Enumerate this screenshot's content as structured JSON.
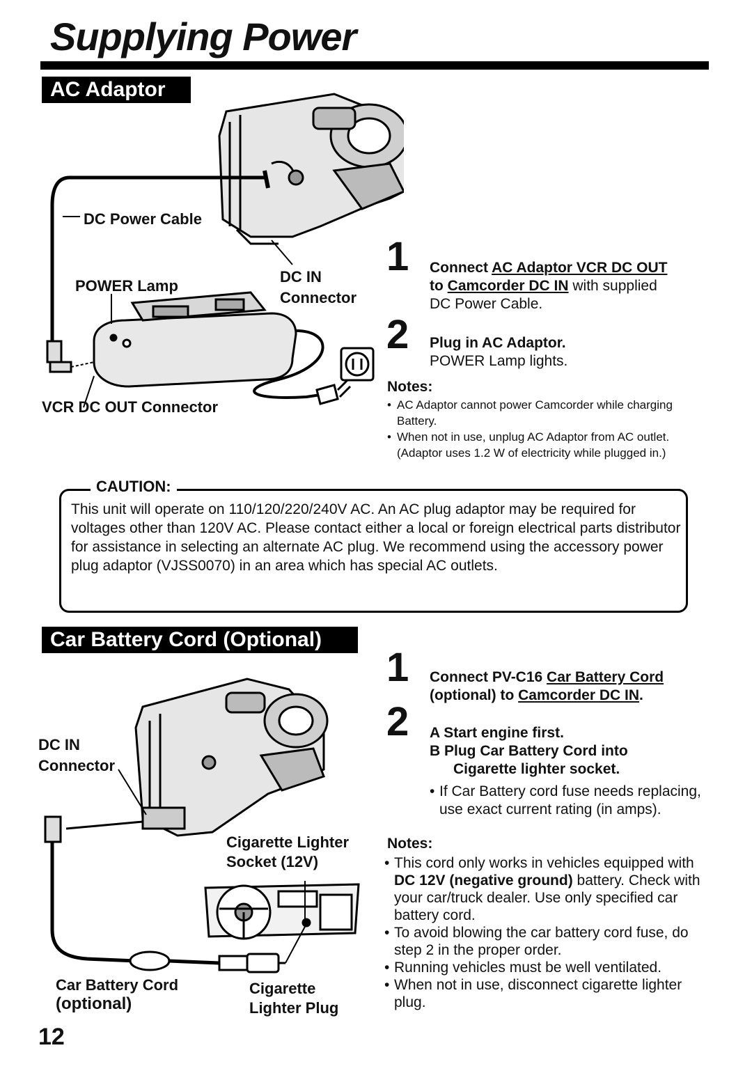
{
  "title": "Supplying Power",
  "page_number": "12",
  "ac_section": {
    "header": "AC Adaptor",
    "labels": {
      "dc_power_cable": "DC Power Cable",
      "power_lamp": "POWER Lamp",
      "dc_in": "DC IN",
      "connector": "Connector",
      "vcr_dc_out": "VCR DC OUT Connector"
    },
    "steps": [
      {
        "num": "1",
        "pre": "Connect ",
        "u1": "AC Adaptor VCR DC OUT",
        "mid": "to ",
        "u2": "Camcorder DC IN",
        "post": " with supplied",
        "line3": "DC Power Cable."
      },
      {
        "num": "2",
        "head": "Plug in AC Adaptor.",
        "text": "POWER Lamp lights."
      }
    ],
    "notes_title": "Notes:",
    "notes": [
      "AC Adaptor cannot power Camcorder while charging Battery.",
      "When not in use, unplug AC Adaptor from AC outlet. (Adaptor uses 1.2 W of electricity while plugged in.)"
    ]
  },
  "caution": {
    "title": "CAUTION:",
    "text": "This unit will operate on 110/120/220/240V AC. An AC plug adaptor may be required for voltages other than 120V AC. Please contact either a local or foreign electrical parts distributor for assistance in selecting an alternate AC plug. We recommend using the accessory power plug adaptor (VJSS0070) in an area which has special AC outlets."
  },
  "car_section": {
    "header": "Car Battery Cord (Optional)",
    "labels": {
      "dc_in": "DC IN",
      "connector": "Connector",
      "cig_socket_1": "Cigarette Lighter",
      "cig_socket_2": "Socket (12V)",
      "car_cord_1": "Car Battery Cord",
      "car_cord_2": "(optional)",
      "cig_plug_1": "Cigarette",
      "cig_plug_2": "Lighter Plug"
    },
    "steps": [
      {
        "num": "1",
        "pre": "Connect PV-C16 ",
        "u1": "Car Battery Cord",
        "mid": "(optional) to ",
        "u2": "Camcorder DC IN",
        "post": "."
      },
      {
        "num": "2",
        "a": "A  Start engine first.",
        "b1": "B  Plug Car Battery Cord into",
        "b2": "Cigarette lighter socket.",
        "bullet": "If Car Battery cord fuse needs replacing, use exact current rating (in amps)."
      }
    ],
    "notes_title": "Notes:",
    "notes_first_pre": "This cord only works in vehicles equipped with ",
    "notes_first_bold": "DC 12V (negative ground)",
    "notes_first_post": " battery. Check with your car/truck dealer. Use only specified car battery cord.",
    "notes": [
      "To avoid blowing the car battery cord fuse, do step 2 in the proper order.",
      "Running vehicles must be well ventilated.",
      "When not in use, disconnect cigarette lighter plug."
    ]
  }
}
